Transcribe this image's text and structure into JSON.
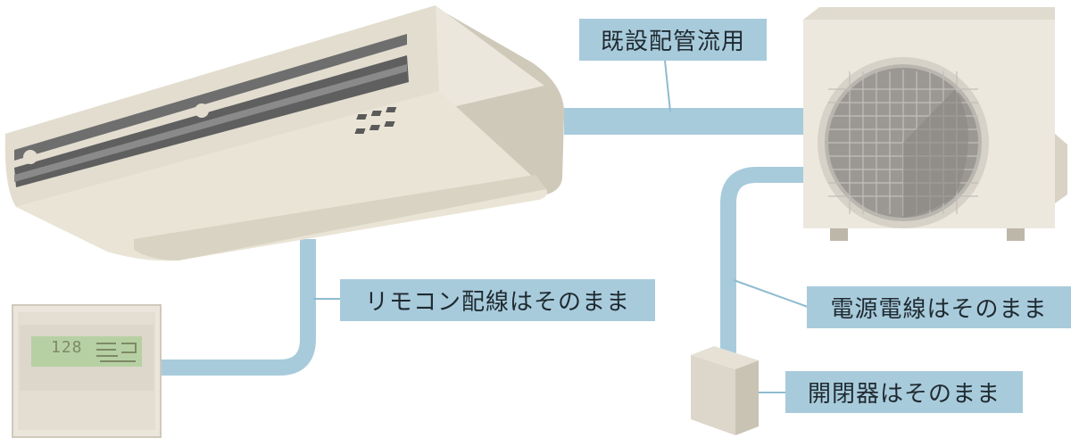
{
  "labels": {
    "existing_piping": "既設配管流用",
    "remote_wiring": "リモコン配線はそのまま",
    "power_wiring": "電源電線はそのまま",
    "switch": "開閉器はそのまま"
  },
  "remote_display": {
    "value": "128"
  },
  "colors": {
    "pipe": "#a8cbdc",
    "label_bg": "#a8cbdc",
    "unit_body": "#e7e2d5",
    "unit_shadow": "#cfc9ba",
    "vent": "#6e6e6e",
    "lcd": "#b7d0a3"
  }
}
